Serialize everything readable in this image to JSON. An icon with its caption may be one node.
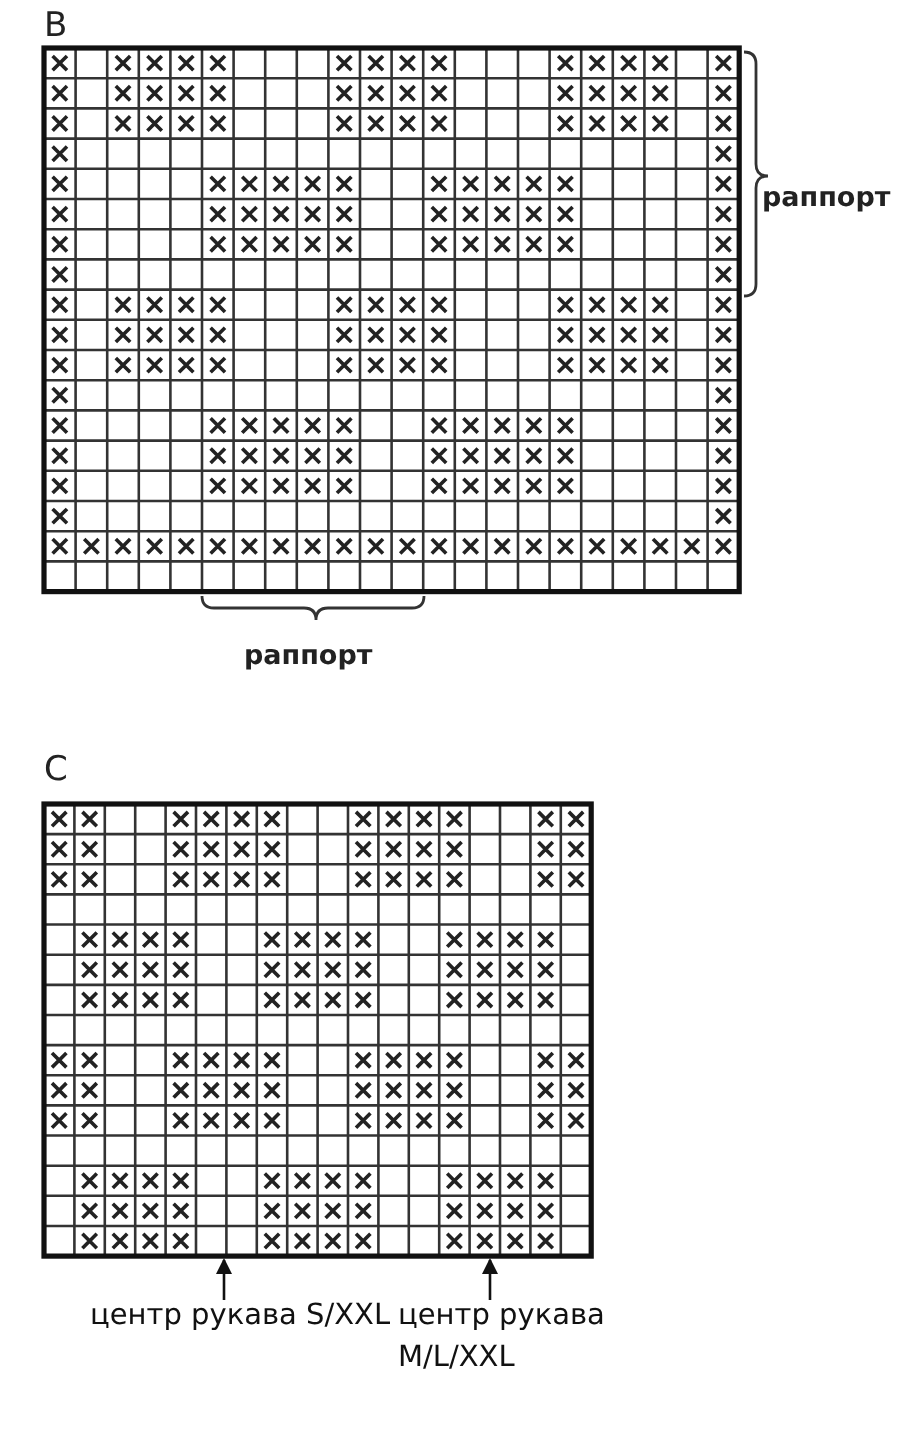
{
  "diagram": {
    "nodes": [
      {
        "text": [
          "центр рукава S/XXL"
        ]
      },
      {
        "text": [
          "центр рукава M/L/XXL"
        ]
      }
    ],
    "edges": [
      {
        "from": 0,
        "to": null,
        "arrow": "to"
      },
      {
        "from": 1,
        "to": null,
        "arrow": "to"
      }
    ],
    "labels": [
      "B",
      "раппорт",
      "раппорт",
      "C"
    ]
  }
}
